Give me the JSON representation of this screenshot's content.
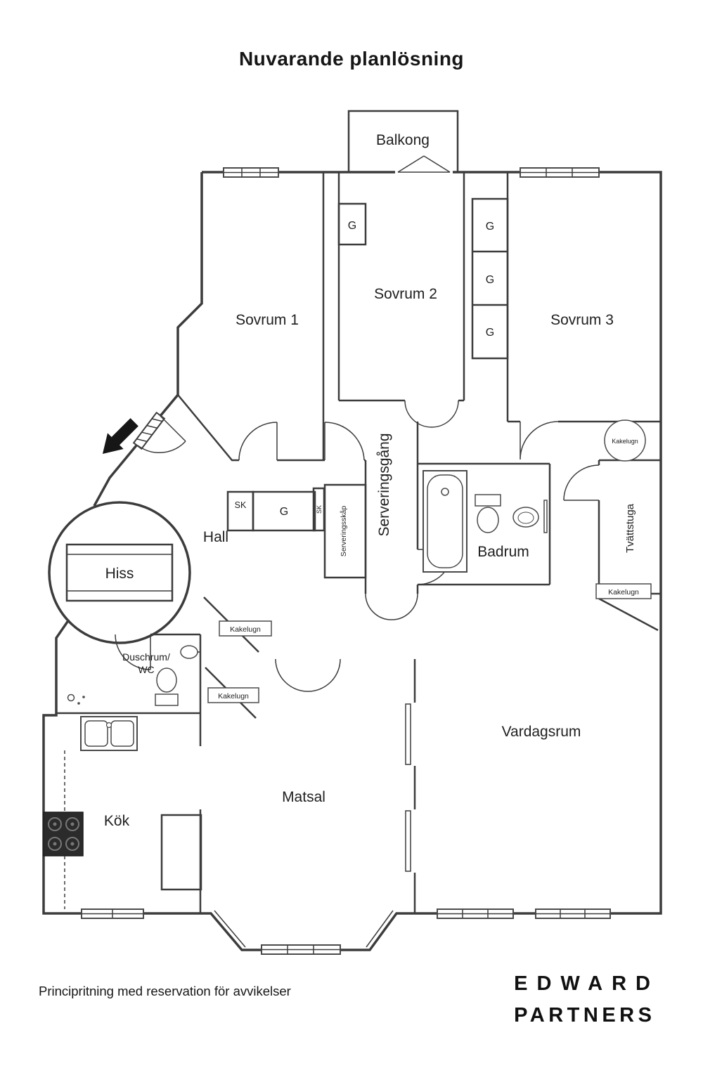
{
  "title": "Nuvarande planlösning",
  "rooms": {
    "balkong": "Balkong",
    "sovrum1": "Sovrum 1",
    "sovrum2": "Sovrum 2",
    "sovrum3": "Sovrum 3",
    "serveringsgang": "Serveringsgång",
    "serveringsskap": "Serveringsskåp",
    "hall": "Hall",
    "hiss": "Hiss",
    "badrum": "Badrum",
    "tvattstuga": "Tvättstuga",
    "duschrum_line1": "Duschrum/",
    "duschrum_line2": "WC",
    "kok": "Kök",
    "matsal": "Matsal",
    "vardagsrum": "Vardagsrum"
  },
  "labels": {
    "g": "G",
    "sk": "SK",
    "kakelugn": "Kakelugn"
  },
  "footer": {
    "disclaimer": "Principritning med reservation för avvikelser",
    "brand_line1": "EDWARD",
    "brand_line2": "PARTNERS"
  },
  "colors": {
    "line": "#3c3c3c",
    "text": "#1f1f1f"
  }
}
